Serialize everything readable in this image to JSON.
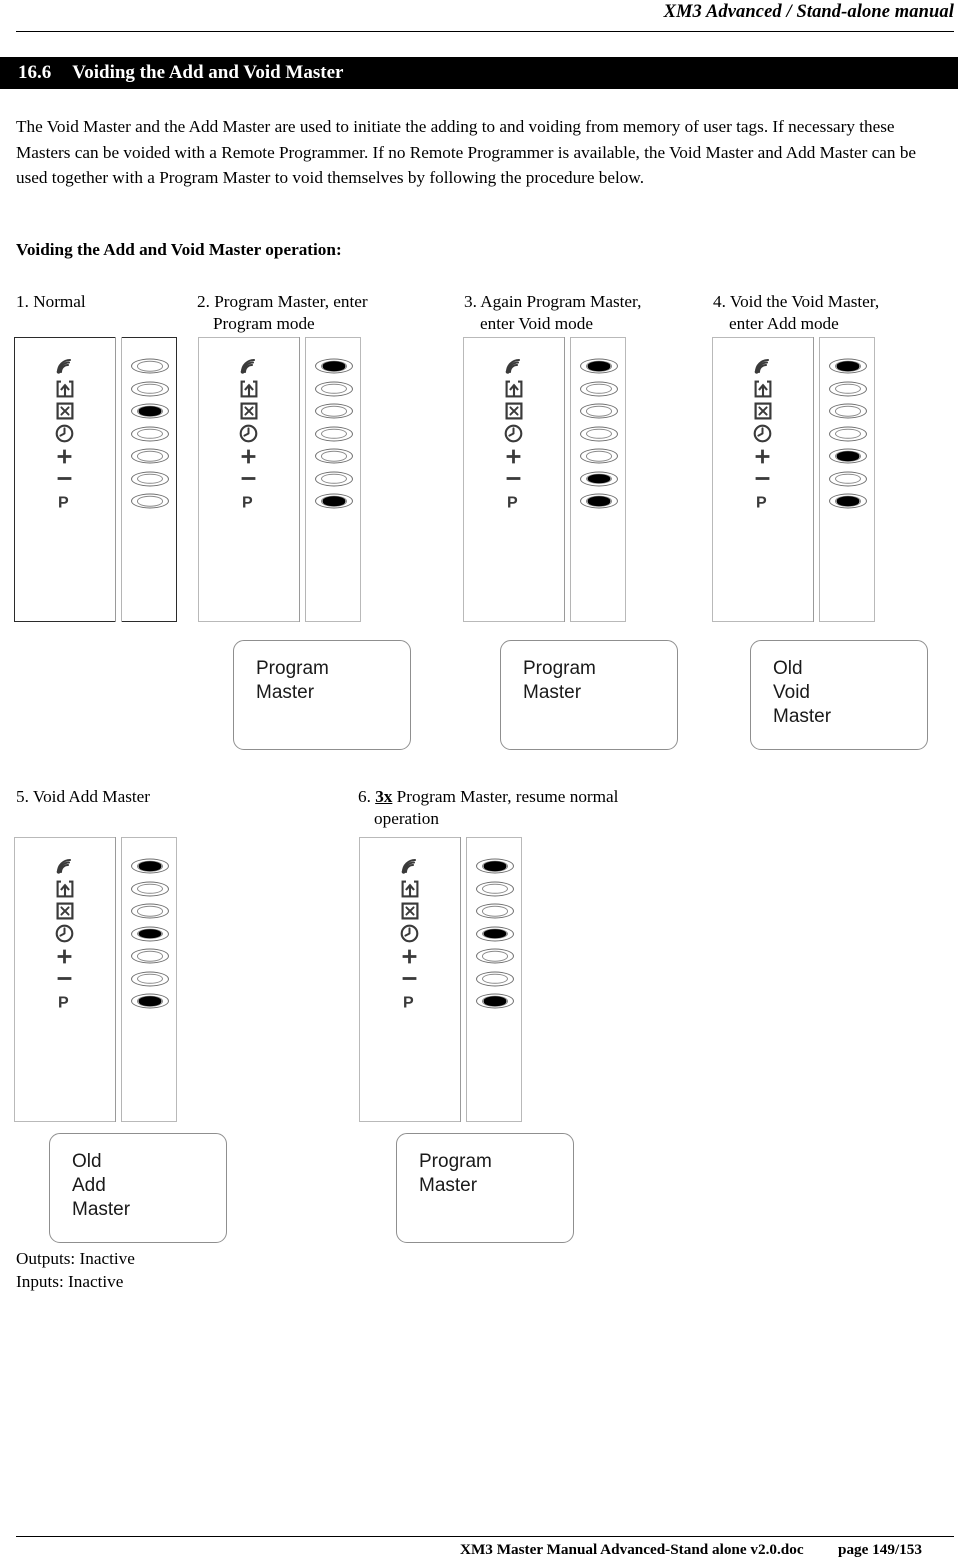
{
  "header": {
    "title": "XM3 Advanced / Stand-alone manual"
  },
  "section": {
    "number": "16.6",
    "title": "Voiding the Add and Void Master"
  },
  "intro": "The Void Master and the Add Master are used to initiate the adding to and voiding from memory of user tags. If necessary these Masters can be voided with a Remote Programmer. If no Remote Programmer is available, the Void Master and Add Master can be used together with a Program Master to void themselves by following the procedure below.",
  "subheading": "Voiding the Add and Void Master operation:",
  "icon_labels": [
    "antenna-icon",
    "door-exit-icon",
    "boxed-x-icon",
    "clock-icon",
    "plus-icon",
    "minus-icon",
    "p-letter-icon"
  ],
  "steps": [
    {
      "number": "1.",
      "line1": "Normal",
      "line2": "",
      "emphasis": "",
      "leds": [
        false,
        false,
        true,
        false,
        false,
        false,
        false
      ],
      "card": null
    },
    {
      "number": "2.",
      "line1": "Program Master, enter",
      "line2": "Program mode",
      "emphasis": "",
      "leds": [
        true,
        false,
        false,
        false,
        false,
        false,
        true
      ],
      "card": [
        "Program",
        "Master"
      ]
    },
    {
      "number": "3.",
      "line1": "Again Program Master,",
      "line2": "enter Void mode",
      "emphasis": "",
      "leds": [
        true,
        false,
        false,
        false,
        false,
        true,
        true
      ],
      "card": [
        "Program",
        "Master"
      ]
    },
    {
      "number": "4.",
      "line1": "Void the Void Master,",
      "line2": "enter Add mode",
      "emphasis": "",
      "leds": [
        true,
        false,
        false,
        false,
        true,
        false,
        true
      ],
      "card": [
        "Old",
        "Void",
        "Master"
      ]
    },
    {
      "number": "5.",
      "line1": "Void Add Master",
      "line2": "",
      "emphasis": "",
      "leds": [
        true,
        false,
        false,
        true,
        false,
        false,
        true
      ],
      "card": [
        "Old",
        "Add",
        "Master"
      ]
    },
    {
      "number": "6.",
      "line1": "Program Master, resume normal",
      "line2": "operation",
      "emphasis": "3x",
      "leds": [
        true,
        false,
        false,
        true,
        false,
        false,
        true
      ],
      "card": [
        "Program",
        "Master"
      ]
    }
  ],
  "status": {
    "outputs": "Outputs: Inactive",
    "inputs": "Inputs: Inactive"
  },
  "footer": {
    "document": "XM3 Master Manual Advanced-Stand alone v2.0.doc",
    "page": "page 149/153"
  }
}
